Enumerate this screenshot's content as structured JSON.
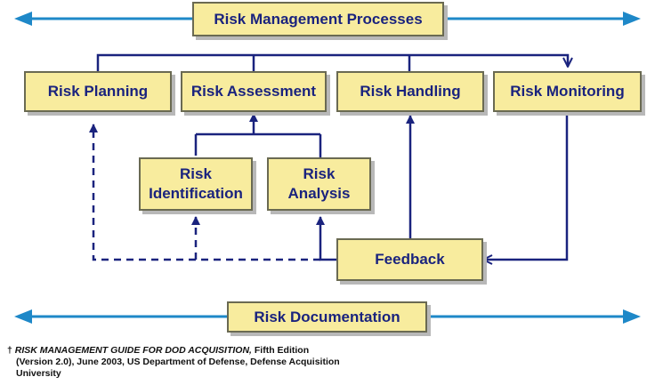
{
  "title": "Risk Management Processes",
  "steps": {
    "planning": "Risk Planning",
    "assessment": "Risk Assessment",
    "handling": "Risk Handling",
    "monitoring": "Risk Monitoring"
  },
  "sub_steps": {
    "identification_line1": "Risk",
    "identification_line2": "Identification",
    "analysis_line1": "Risk",
    "analysis_line2": "Analysis"
  },
  "feedback": "Feedback",
  "documentation": "Risk Documentation",
  "colors": {
    "box_fill": "#f8ec9e",
    "line": "#1a237e",
    "arrow": "#1e88c8",
    "text": "#1a237e"
  },
  "footnote": {
    "dagger": "†",
    "title": "RISK MANAGEMENT GUIDE FOR DOD ACQUISITION,",
    "edition": " Fifth Edition",
    "line2": "(Version 2.0), June 2003,  US Department of Defense, Defense Acquisition",
    "line3": "University"
  }
}
